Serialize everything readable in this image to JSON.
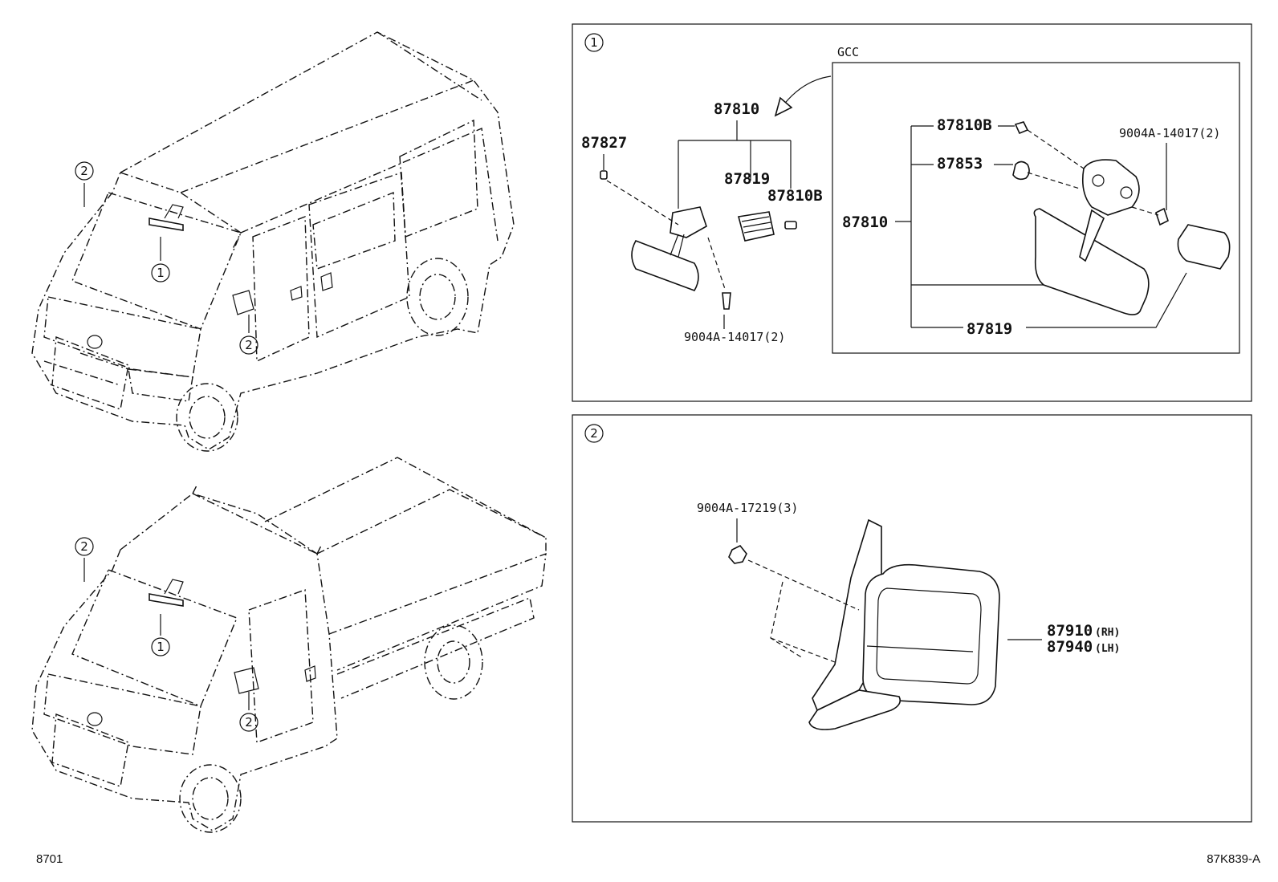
{
  "callouts": {
    "c1": "1",
    "c2": "2"
  },
  "section1": {
    "marker": "1",
    "gcc_label": "GCC",
    "left_parts": {
      "p87810": "87810",
      "p87827": "87827",
      "p87819": "87819",
      "p87810b": "87810B",
      "p9004a": "9004A-14017(2)"
    },
    "gcc_parts": {
      "p87810b": "87810B",
      "p87853": "87853",
      "p9004a": "9004A-14017(2)",
      "p87810": "87810",
      "p87819": "87819"
    }
  },
  "section2": {
    "marker": "2",
    "p9004a": "9004A-17219(3)",
    "p87910": "87910",
    "p87910_sub": "(RH)",
    "p87940": "87940",
    "p87940_sub": "(LH)"
  },
  "footer": {
    "left_code": "8701",
    "right_code": "87K839-A"
  }
}
